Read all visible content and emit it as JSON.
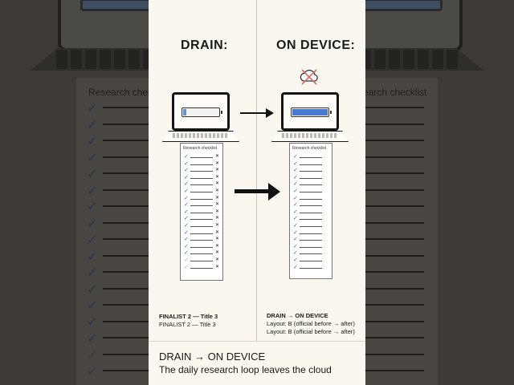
{
  "background": {
    "checklist_title": "Research checklist",
    "checklist_title_right": "earch checklist",
    "row_count": 17
  },
  "panel": {
    "left": {
      "heading": "DRAIN:",
      "battery_level": 0.08,
      "checklist_title": "Research checklist",
      "checked_rows": 15,
      "total_rows": 17,
      "caption_bold": "FINALIST 2 — Title 3",
      "caption": "FINALIST 2 — Title 3"
    },
    "right": {
      "heading": "ON DEVICE:",
      "battery_level": 0.98,
      "checklist_title": "Research checklist",
      "checked_rows": 17,
      "total_rows": 17,
      "caption_bold": "DRAIN → ON DEVICE",
      "caption_line1": "Layout: B (official before → after)",
      "caption_line2": "Layout: B (official before → after)"
    },
    "icons": {
      "cloud": "cloud-crossed-icon",
      "arrow": "arrow-right-icon",
      "check": "checkmark-icon",
      "cross": "x-mark-icon"
    },
    "footer": {
      "title": "DRAIN → ON DEVICE",
      "subtitle": "The daily research loop leaves the cloud"
    }
  },
  "colors": {
    "panel_bg": "#faf7f1",
    "check_blue": "#3f67b5",
    "battery_blue": "#4a77cf",
    "cloud_cross": "#d66a6a"
  }
}
